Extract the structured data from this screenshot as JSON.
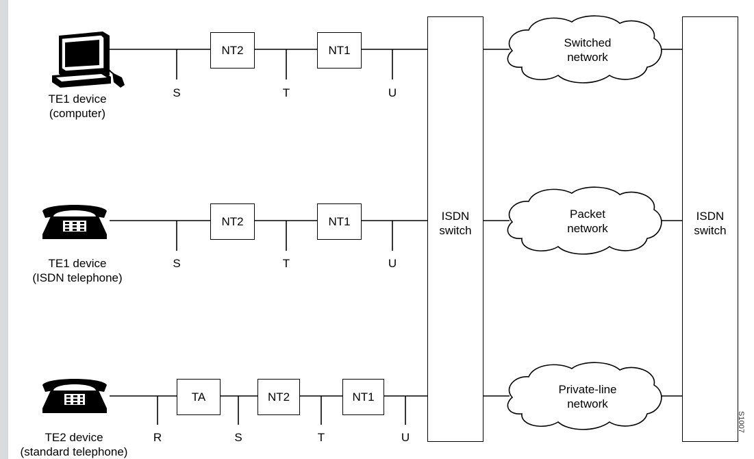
{
  "devices": [
    {
      "id": "computer",
      "line1": "TE1 device",
      "line2": "(computer)"
    },
    {
      "id": "isdn-phone",
      "line1": "TE1 device",
      "line2": "(ISDN telephone)"
    },
    {
      "id": "std-phone",
      "line1": "TE2 device",
      "line2": "(standard telephone)"
    }
  ],
  "boxes": {
    "nt2": "NT2",
    "nt1": "NT1",
    "ta": "TA"
  },
  "refpoints": {
    "r": "R",
    "s": "S",
    "t": "T",
    "u": "U"
  },
  "switches": {
    "left_line1": "ISDN",
    "left_line2": "switch",
    "right_line1": "ISDN",
    "right_line2": "switch"
  },
  "clouds": [
    {
      "line1": "Switched",
      "line2": "network"
    },
    {
      "line1": "Packet",
      "line2": "network"
    },
    {
      "line1": "Private-line",
      "line2": "network"
    }
  ],
  "catalog_number": "S1007"
}
